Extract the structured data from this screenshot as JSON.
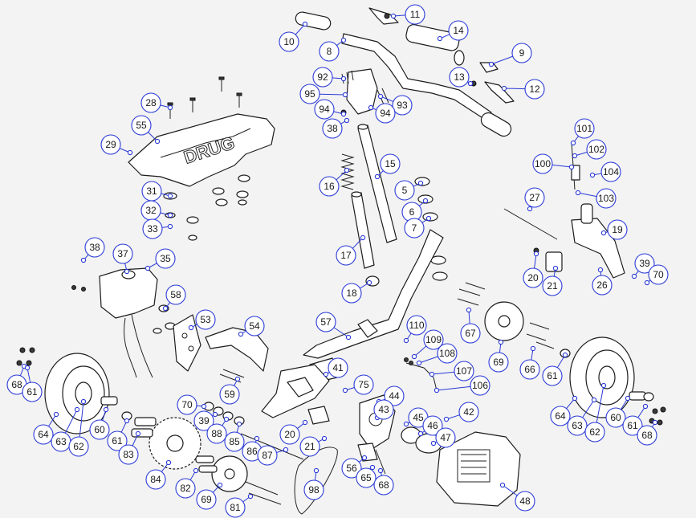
{
  "callouts": [
    {
      "label": "10"
    },
    {
      "label": "11"
    },
    {
      "label": "14"
    },
    {
      "label": "8"
    },
    {
      "label": "9"
    },
    {
      "label": "13"
    },
    {
      "label": "12"
    },
    {
      "label": "92"
    },
    {
      "label": "95"
    },
    {
      "label": "93"
    },
    {
      "label": "94"
    },
    {
      "label": "94"
    },
    {
      "label": "38"
    },
    {
      "label": "28"
    },
    {
      "label": "55"
    },
    {
      "label": "29"
    },
    {
      "label": "16"
    },
    {
      "label": "15"
    },
    {
      "label": "5"
    },
    {
      "label": "6"
    },
    {
      "label": "7"
    },
    {
      "label": "17"
    },
    {
      "label": "18"
    },
    {
      "label": "101"
    },
    {
      "label": "102"
    },
    {
      "label": "100"
    },
    {
      "label": "104"
    },
    {
      "label": "103"
    },
    {
      "label": "27"
    },
    {
      "label": "19"
    },
    {
      "label": "20"
    },
    {
      "label": "21"
    },
    {
      "label": "26"
    },
    {
      "label": "39"
    },
    {
      "label": "70"
    },
    {
      "label": "31"
    },
    {
      "label": "32"
    },
    {
      "label": "33"
    },
    {
      "label": "38"
    },
    {
      "label": "37"
    },
    {
      "label": "35"
    },
    {
      "label": "58"
    },
    {
      "label": "53"
    },
    {
      "label": "54"
    },
    {
      "label": "57"
    },
    {
      "label": "110"
    },
    {
      "label": "109"
    },
    {
      "label": "108"
    },
    {
      "label": "107"
    },
    {
      "label": "106"
    },
    {
      "label": "67"
    },
    {
      "label": "69"
    },
    {
      "label": "66"
    },
    {
      "label": "61"
    },
    {
      "label": "41"
    },
    {
      "label": "75"
    },
    {
      "label": "59"
    },
    {
      "label": "44"
    },
    {
      "label": "43"
    },
    {
      "label": "45"
    },
    {
      "label": "46"
    },
    {
      "label": "42"
    },
    {
      "label": "47"
    },
    {
      "label": "20"
    },
    {
      "label": "21"
    },
    {
      "label": "68"
    },
    {
      "label": "61"
    },
    {
      "label": "64"
    },
    {
      "label": "63"
    },
    {
      "label": "62"
    },
    {
      "label": "60"
    },
    {
      "label": "61"
    },
    {
      "label": "83"
    },
    {
      "label": "70"
    },
    {
      "label": "39"
    },
    {
      "label": "88"
    },
    {
      "label": "85"
    },
    {
      "label": "86"
    },
    {
      "label": "87"
    },
    {
      "label": "84"
    },
    {
      "label": "82"
    },
    {
      "label": "69"
    },
    {
      "label": "81"
    },
    {
      "label": "98"
    },
    {
      "label": "56"
    },
    {
      "label": "65"
    },
    {
      "label": "68"
    },
    {
      "label": "48"
    },
    {
      "label": "64"
    },
    {
      "label": "63"
    },
    {
      "label": "62"
    },
    {
      "label": "60"
    },
    {
      "label": "61"
    },
    {
      "label": "68"
    }
  ],
  "colors": {
    "callout_stroke": "#2a3ad6",
    "background": "#f3f3f3",
    "line": "#1c1c1c"
  }
}
